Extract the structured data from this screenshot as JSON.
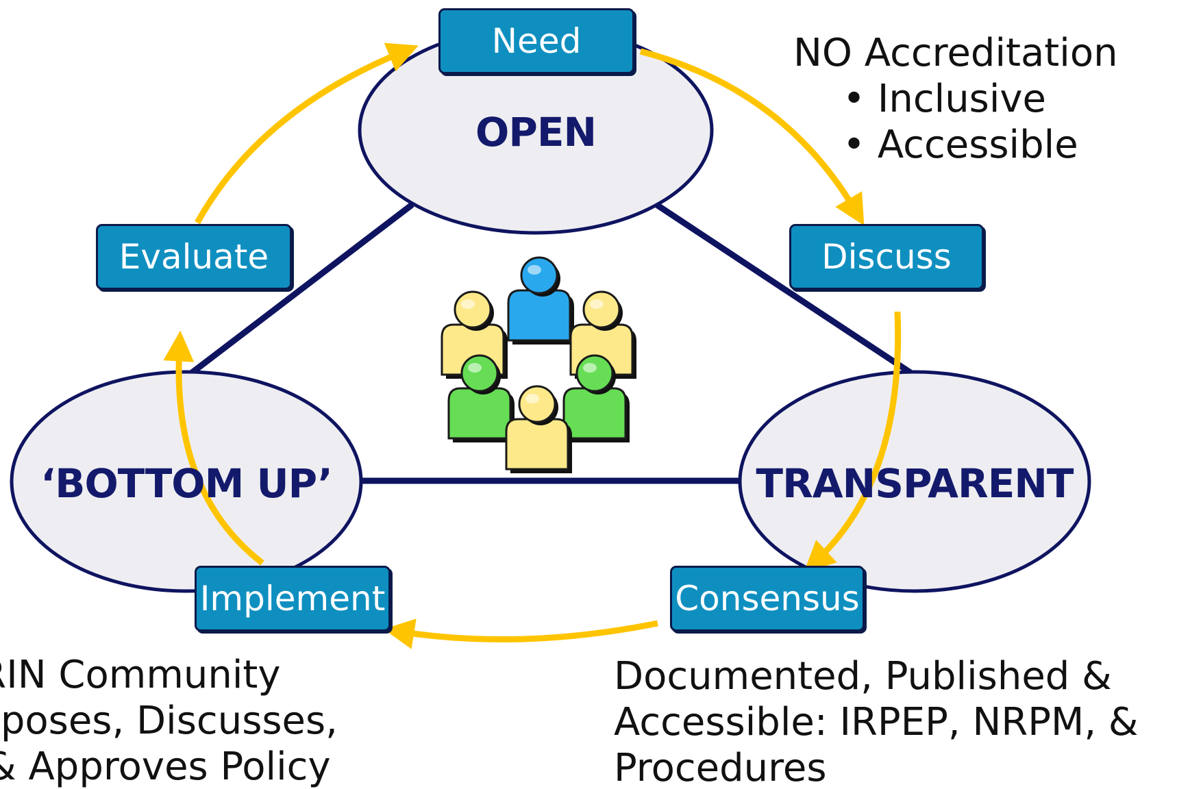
{
  "colors": {
    "box_fill": "#0f8fc0",
    "box_border": "#0a1a4a",
    "oval_fill": "#eeeef2",
    "oval_border": "#0f1460",
    "oval_text": "#141a6b",
    "triangle_line": "#0f1460",
    "arrow": "#ffc400",
    "person_yellow": "#fde98a",
    "person_green": "#66dd55",
    "person_blue": "#2aa8ee"
  },
  "ovals": {
    "open": "OPEN",
    "transparent": "TRANSPARENT",
    "bottom_up": "‘BOTTOM UP’"
  },
  "steps": {
    "need": "Need",
    "discuss": "Discuss",
    "consensus": "Consensus",
    "implement": "Implement",
    "evaluate": "Evaluate"
  },
  "notes": {
    "open_heading": "NO Accreditation",
    "open_bullets": [
      "• Inclusive",
      "• Accessible"
    ],
    "transparent_lines": [
      "Documented, Published &",
      "Accessible: IRPEP, NRPM, &",
      "Procedures"
    ],
    "bottom_up_lines": [
      "ARIN Community",
      "Proposes, Discusses,",
      "& Approves Policy"
    ]
  },
  "center_icon": "people-group-icon"
}
